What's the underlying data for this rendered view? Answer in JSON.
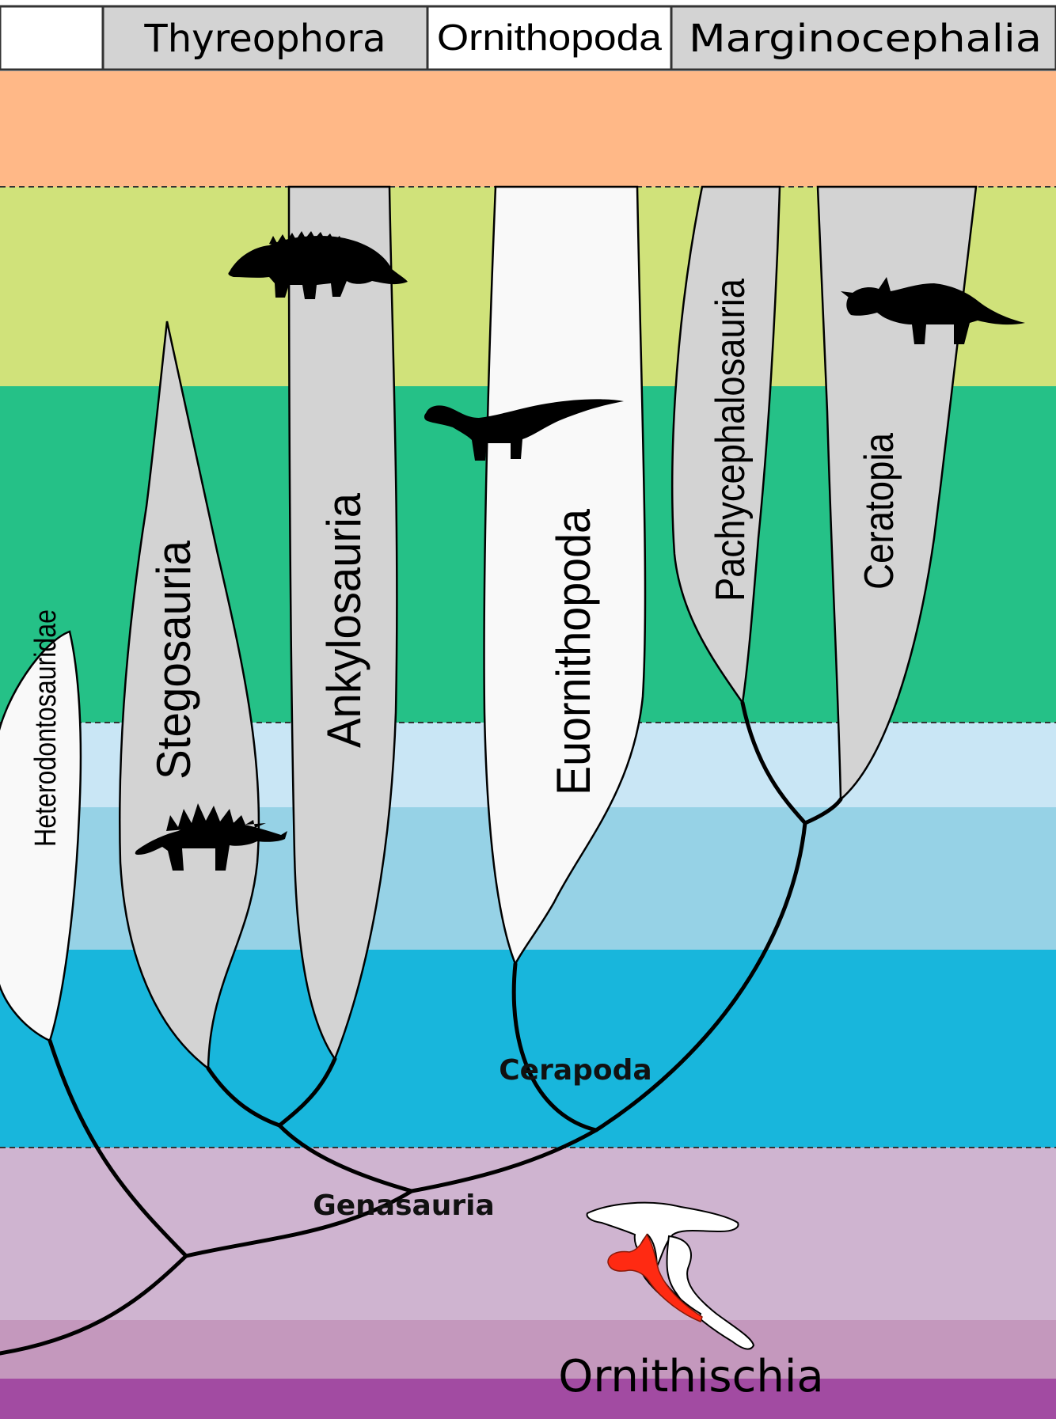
{
  "header": {
    "tabs": [
      {
        "label": "",
        "fill": "#ffffff"
      },
      {
        "label": "Thyreophora",
        "fill": "#d3d3d3"
      },
      {
        "label": "Ornithopoda",
        "fill": "#ffffff"
      },
      {
        "label": "Marginocephalia",
        "fill": "#d3d3d3"
      }
    ]
  },
  "time_bands": [
    {
      "color": "#ffb887"
    },
    {
      "color": "#d0e27a"
    },
    {
      "color": "#25c187"
    },
    {
      "color": "#c9e6f5"
    },
    {
      "color": "#96d2e6"
    },
    {
      "color": "#18b6dc"
    },
    {
      "color": "#cfb4d0"
    },
    {
      "color": "#c498bd"
    },
    {
      "color": "#a24ba2"
    }
  ],
  "clades": {
    "heterodontosauridae": "Heterodontosauridae",
    "stegosauria": "Stegosauria",
    "ankylosauria": "Ankylosauria",
    "euornithopoda": "Euornithopoda",
    "pachycephalosauria": "Pachycephalosauria",
    "ceratopia": "Ceratopia"
  },
  "nodes": {
    "cerapoda": "Cerapoda",
    "genasauria": "Genasauria"
  },
  "root_label": "Ornithischia",
  "colors": {
    "grey_clade": "#d3d3d3",
    "white_clade": "#f9f9f9",
    "pubis_highlight": "#ff2a12",
    "tree_line": "#000000"
  },
  "icons": [
    "ankylosaur-silhouette-icon",
    "stegosaur-silhouette-icon",
    "ornithopod-silhouette-icon",
    "ceratopsian-silhouette-icon",
    "ornithischian-pelvis-icon"
  ]
}
